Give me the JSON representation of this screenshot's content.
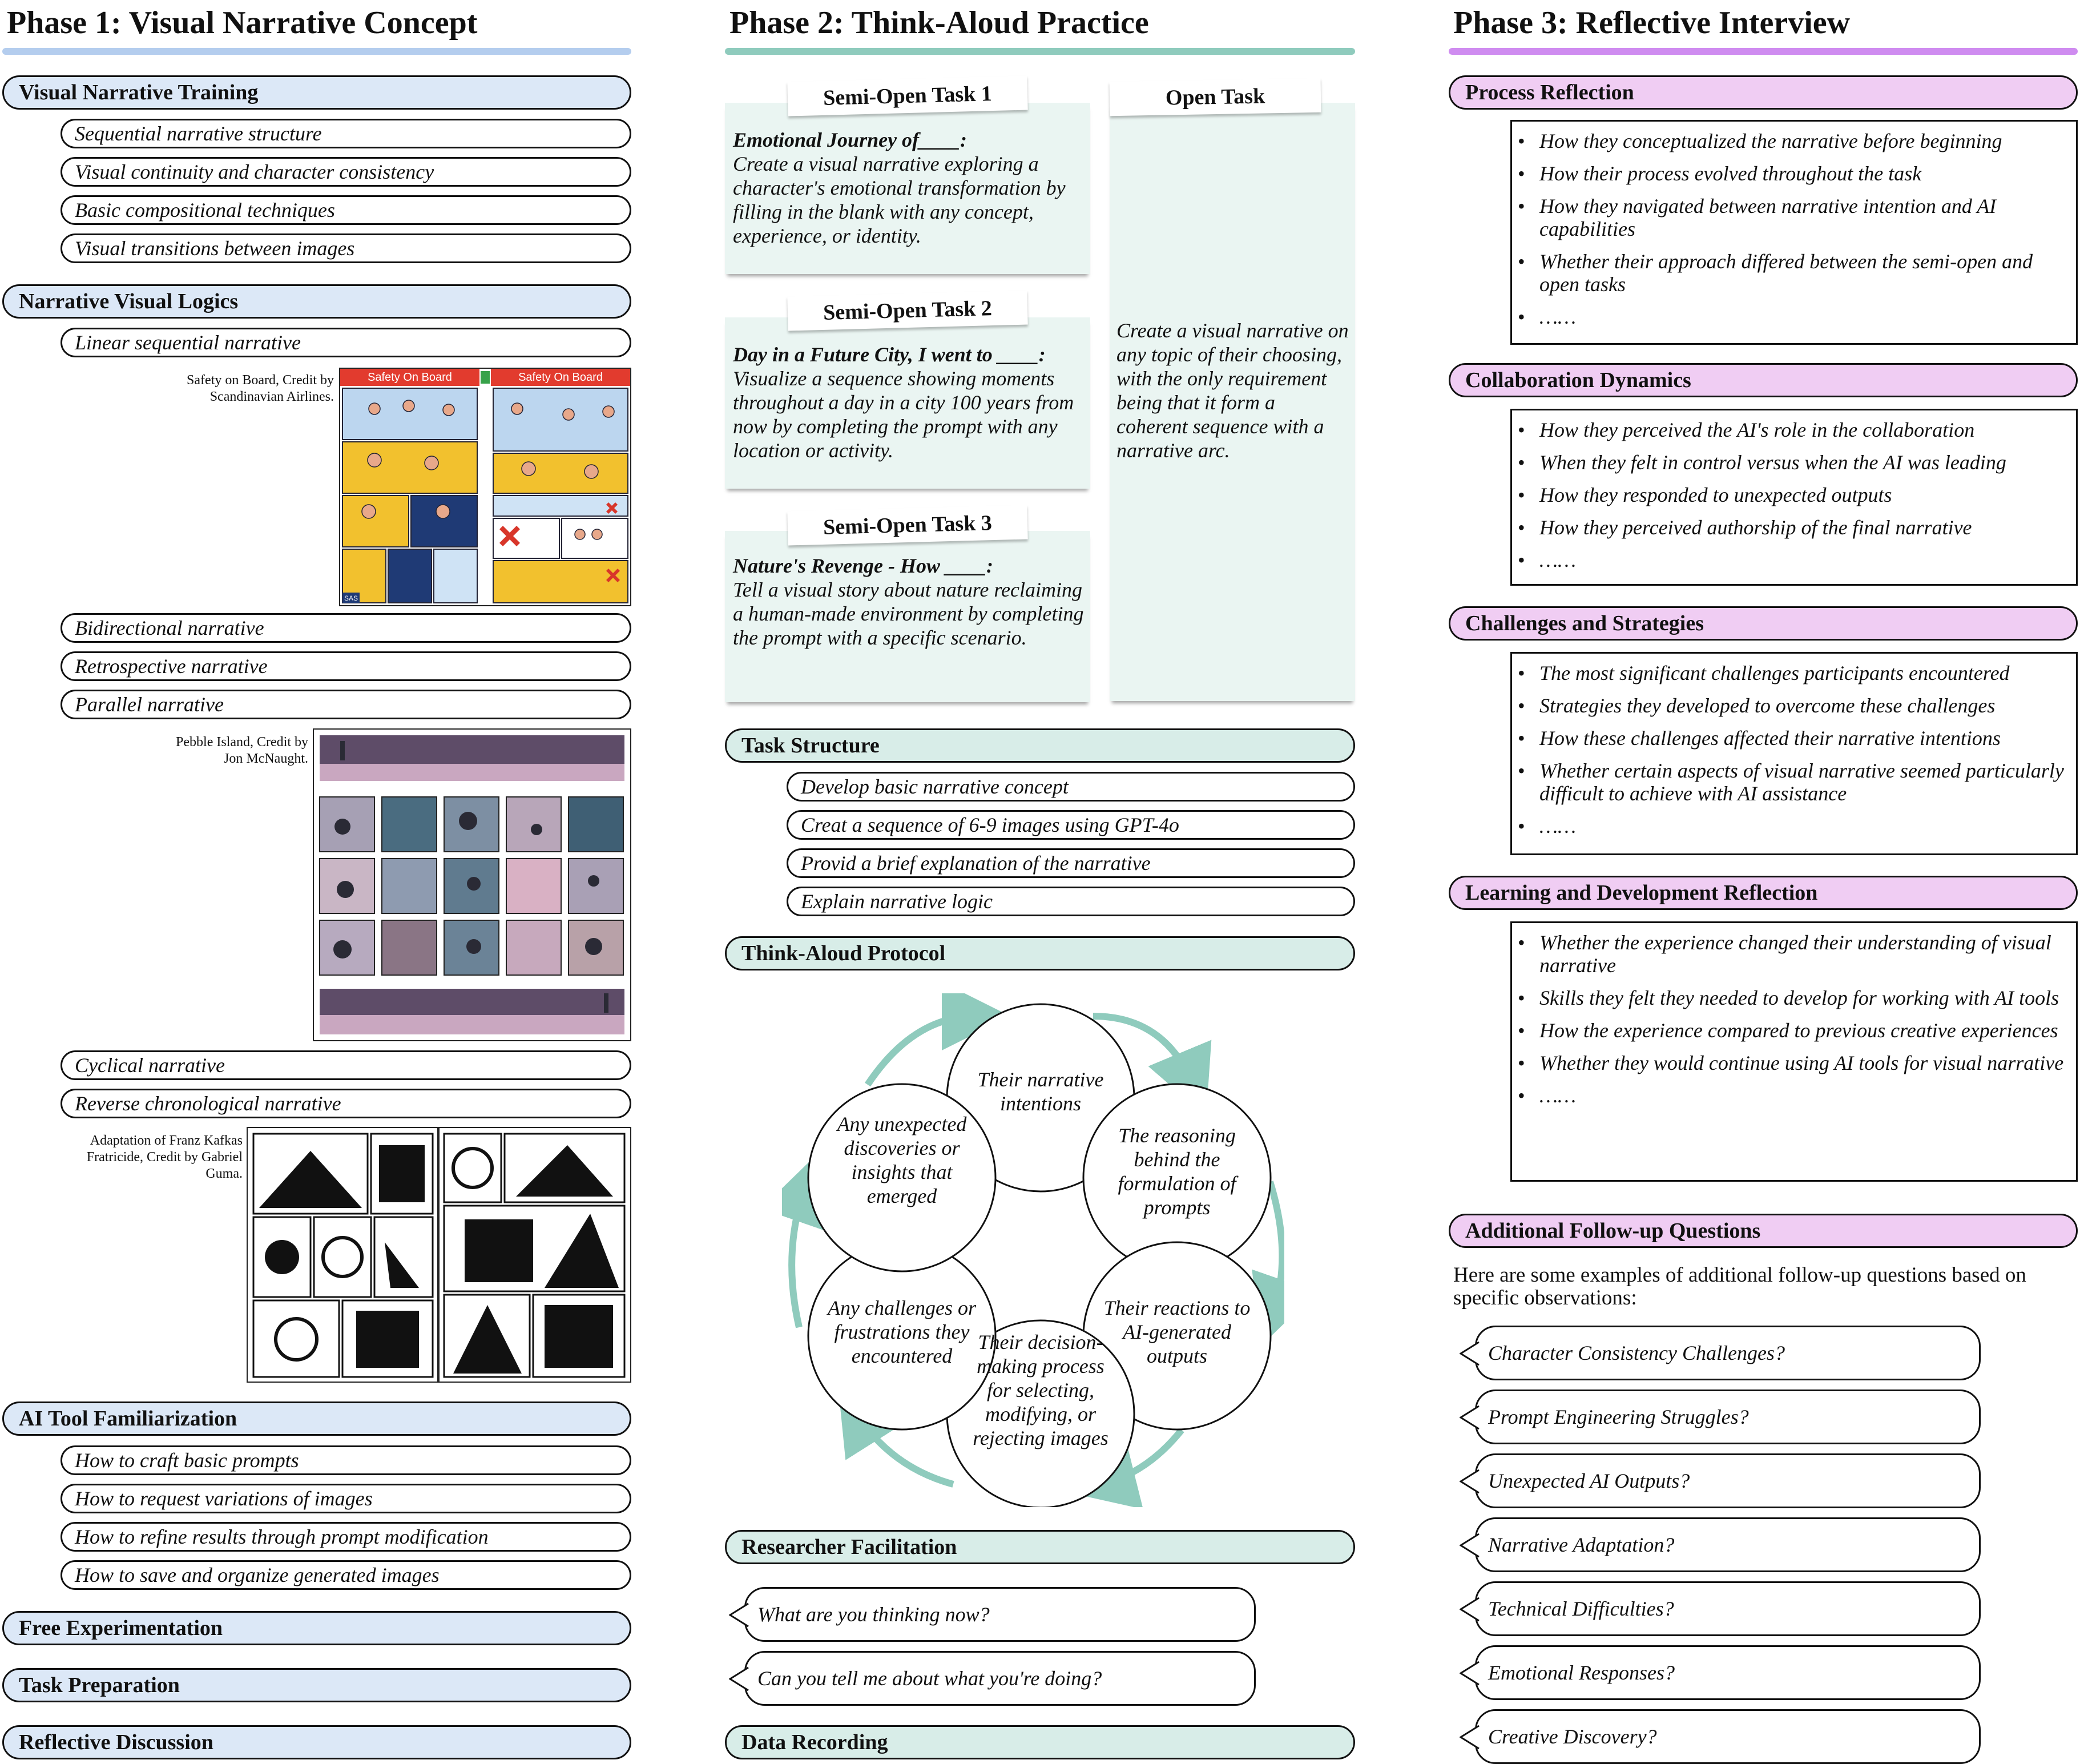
{
  "phase1": {
    "title": "Phase 1: Visual Narrative Concept",
    "sections": {
      "training": {
        "label": "Visual Narrative Training",
        "items": [
          "Sequential narrative structure",
          "Visual continuity and character consistency",
          "Basic compositional techniques",
          "Visual transitions between images"
        ]
      },
      "logics": {
        "label": "Narrative Visual Logics",
        "items": [
          "Linear sequential narrative",
          "Bidirectional narrative",
          "Retrospective narrative",
          "Parallel narrative",
          "Cyclical narrative",
          "Reverse chronological narrative"
        ]
      },
      "tool": {
        "label": "AI Tool Familiarization",
        "items": [
          "How to craft basic prompts",
          "How to request variations of images",
          "How to refine results through prompt modification",
          "How to save and organize generated images"
        ]
      },
      "free": {
        "label": "Free Experimentation"
      },
      "prep": {
        "label": "Task Preparation"
      },
      "disc": {
        "label": "Reflective Discussion"
      }
    },
    "images": {
      "safety": {
        "caption": "Safety on Board, Credit by Scandinavian Airlines.",
        "header_left": "Safety On Board",
        "header_right": "Safety On Board",
        "badge": "SAS"
      },
      "pebble": {
        "caption": "Pebble Island, Credit by Jon McNaught."
      },
      "kafka": {
        "caption": "Adaptation of Franz Kafkas Fratricide, Credit by Gabriel Guma."
      }
    }
  },
  "phase2": {
    "title": "Phase 2: Think-Aloud Practice",
    "tasks": [
      {
        "head": "Semi-Open Task 1",
        "bold": "Emotional Journey of____:",
        "text": "Create a visual narrative exploring a character's emotional transformation by filling in the blank with any concept, experience, or identity."
      },
      {
        "head": "Semi-Open Task 2",
        "bold": "Day in a Future City, I went to ____:",
        "text": "Visualize a sequence showing moments throughout a day in a city 100 years from now by completing the prompt with any location or activity."
      },
      {
        "head": "Semi-Open Task 3",
        "bold": "Nature's Revenge - How ____:",
        "text": "Tell a visual story about nature reclaiming a human-made environment by completing the prompt with a specific scenario."
      }
    ],
    "open_task": {
      "head": "Open Task",
      "text": "Create a visual narrative on any topic of their choosing, with the only requirement being that it form a coherent sequence with a narrative arc."
    },
    "structure": {
      "label": "Task Structure",
      "items": [
        "Develop basic narrative concept",
        "Creat a sequence of 6-9 images using GPT-4o",
        "Provid a brief explanation of the narrative",
        "Explain narrative logic"
      ]
    },
    "protocol": {
      "label": "Think-Aloud Protocol",
      "circles": [
        "Their narrative intentions",
        "The reasoning behind the formulation of prompts",
        "Their reactions to AI-generated outputs",
        "Their decision-making process for selecting, modifying, or rejecting images",
        "Any challenges or frustrations they encountered",
        "Any unexpected discoveries or insights that emerged"
      ]
    },
    "facilitation": {
      "label": "Researcher Facilitation",
      "bubbles": [
        "What are you thinking now?",
        "Can you tell me about what you're doing?"
      ]
    },
    "recording": {
      "label": "Data Recording"
    }
  },
  "phase3": {
    "title": "Phase 3: Reflective Interview",
    "groups": [
      {
        "label": "Process Reflection",
        "items": [
          "How they conceptualized the narrative before beginning",
          "How their process evolved throughout the task",
          "How they navigated between narrative intention and AI capabilities",
          "Whether their approach differed between the semi-open and open tasks",
          "……"
        ]
      },
      {
        "label": "Collaboration Dynamics",
        "items": [
          "How they perceived the AI's role in the collaboration",
          "When they felt in control versus when the AI was leading",
          "How they responded to unexpected outputs",
          "How they perceived authorship of the final narrative",
          "……"
        ]
      },
      {
        "label": "Challenges and Strategies",
        "items": [
          "The most significant challenges participants encountered",
          "Strategies they developed to overcome these challenges",
          "How these challenges affected their narrative intentions",
          "Whether certain aspects of visual narrative seemed particularly difficult to achieve with AI assistance",
          "……"
        ]
      },
      {
        "label": "Learning and Development Reflection",
        "items": [
          "Whether the experience changed their understanding of visual narrative",
          "Skills they felt they needed to develop for working with AI tools",
          "How the experience compared to previous creative experiences",
          "Whether they would continue using AI tools for visual narrative",
          "……"
        ]
      }
    ],
    "followup": {
      "label": "Additional Follow-up Questions",
      "intro": "Here are some examples of additional follow-up questions based on specific observations:",
      "bubbles": [
        "Character Consistency Challenges?",
        "Prompt Engineering Struggles?",
        "Unexpected AI Outputs?",
        "Narrative Adaptation?",
        "Technical Difficulties?",
        "Emotional Responses?",
        "Creative Discovery?"
      ]
    }
  },
  "colors": {
    "phase1": "#b4cdee",
    "phase2": "#8fcbbd",
    "phase3": "#cf8cf0",
    "arrow": "#8fcbbd"
  }
}
